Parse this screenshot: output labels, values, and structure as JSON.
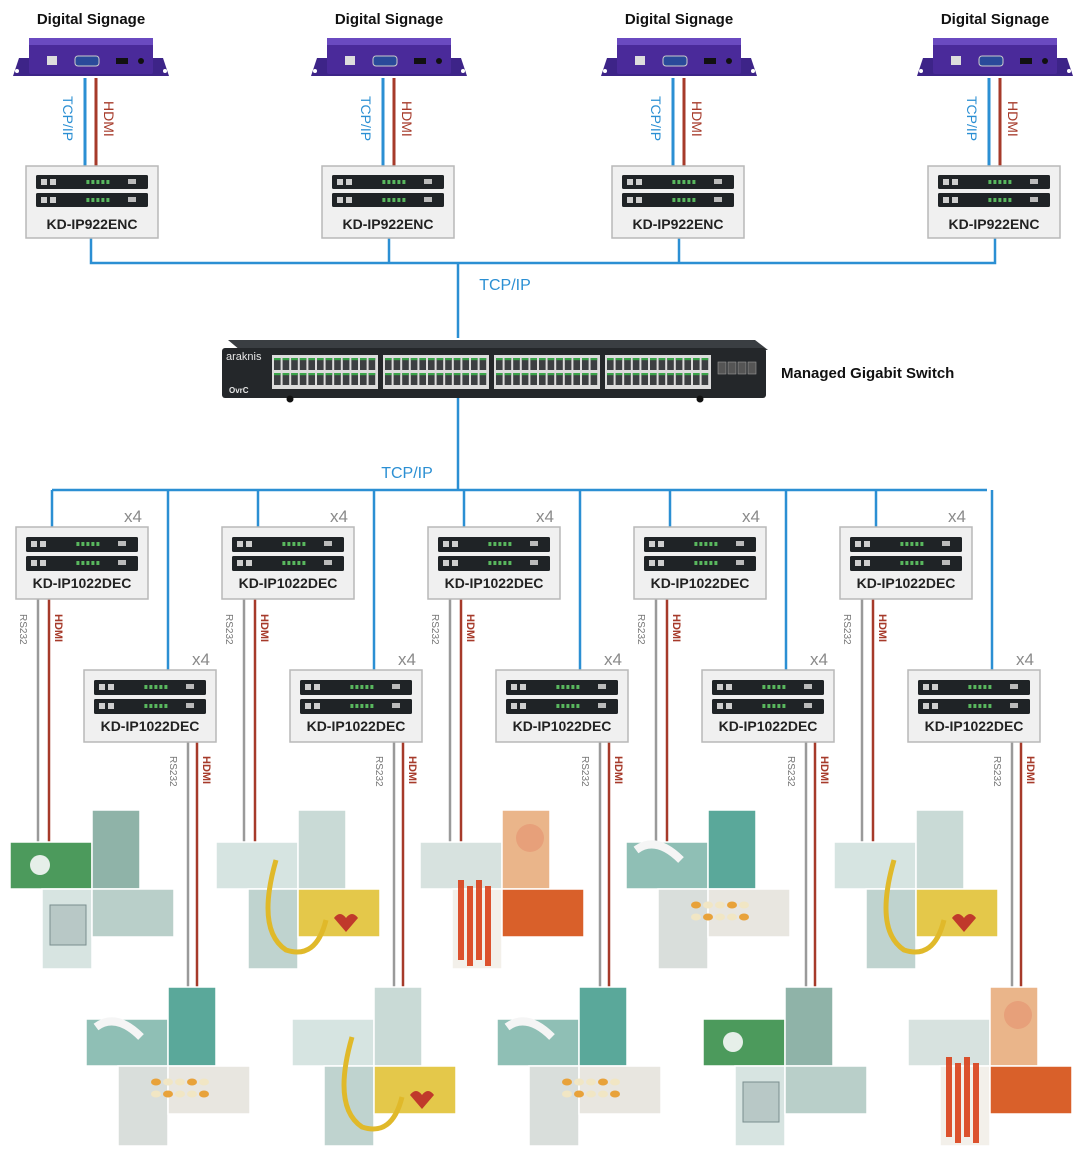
{
  "colors": {
    "network": "#2b8fd3",
    "hdmi": "#a63a2a",
    "rs232": "#9a9a9a",
    "player": "#4a2a9a",
    "device": "#1f2326",
    "box_bg": "#f0f0f0",
    "box_border": "#b8b8b8",
    "switch": "#24272a",
    "port_green": "#3aa54a"
  },
  "signage": {
    "label": "Digital Signage",
    "tcp_label": "TCP/IP",
    "hdmi_label": "HDMI",
    "encoder_model": "KD-IP922ENC",
    "count": 4
  },
  "network": {
    "top_label": "TCP/IP",
    "bottom_label": "TCP/IP"
  },
  "switch": {
    "label": "Managed Gigabit Switch",
    "brand": "araknis",
    "logo": "OvrC"
  },
  "decoders": {
    "model": "KD-IP1022DEC",
    "multiplier": "x4",
    "rs232_label": "RS232",
    "hdmi_label": "HDMI"
  },
  "video_walls": [
    {
      "theme": "hospital"
    },
    {
      "theme": "stethoscope"
    },
    {
      "theme": "lab"
    },
    {
      "theme": "pills"
    },
    {
      "theme": "stethoscope"
    },
    {
      "theme": "pills"
    },
    {
      "theme": "stethoscope"
    },
    {
      "theme": "pills"
    },
    {
      "theme": "hospital"
    },
    {
      "theme": "lab"
    }
  ]
}
